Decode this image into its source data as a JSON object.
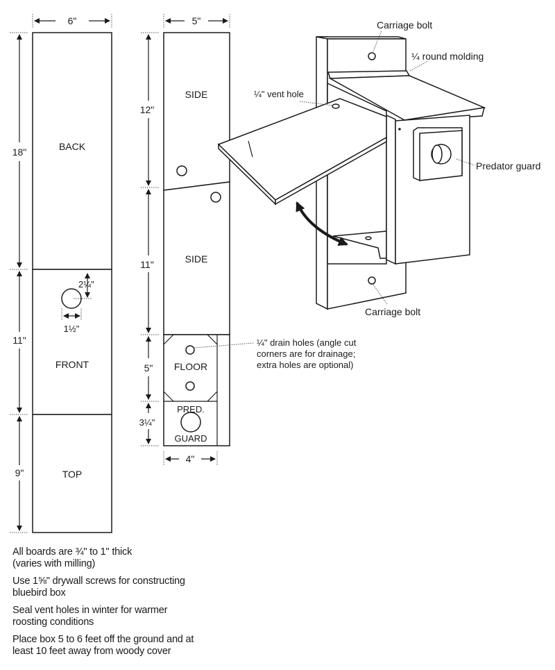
{
  "boards": {
    "back": "BACK",
    "front": "FRONT",
    "top": "TOP",
    "side1": "SIDE",
    "side2": "SIDE",
    "floor": "FLOOR",
    "pred_line1": "PRED.",
    "pred_line2": "GUARD"
  },
  "dimensions": {
    "width_col1": "6\"",
    "width_col2": "5\"",
    "width_floor": "4\"",
    "back_height": "18\"",
    "front_height": "11\"",
    "top_height": "9\"",
    "side1_height": "12\"",
    "side2_height": "11\"",
    "floor_height": "5\"",
    "pred_height": "3¼\"",
    "hole_offset": "2¼\"",
    "hole_diameter": "1½\""
  },
  "callouts": {
    "carriage_bolt_top": "Carriage bolt",
    "molding": "¼ round molding",
    "vent_hole": "¼\" vent hole",
    "predator_guard": "Predator guard",
    "carriage_bolt_bottom": "Carriage bolt",
    "drain_line1": "¼\" drain holes (angle cut",
    "drain_line2": "corners are for drainage;",
    "drain_line3": "extra holes are optional)"
  },
  "notes": [
    {
      "line1": "All boards are ¾\" to 1\" thick",
      "line2": "(varies with milling)"
    },
    {
      "line1": "Use 1⅝\" drywall screws for constructing",
      "line2": "bluebird box"
    },
    {
      "line1": "Seal vent holes in winter for warmer",
      "line2": "roosting conditions"
    },
    {
      "line1": "Place box 5 to 6 feet off the ground and at",
      "line2": "least 10 feet away from woody cover"
    }
  ]
}
